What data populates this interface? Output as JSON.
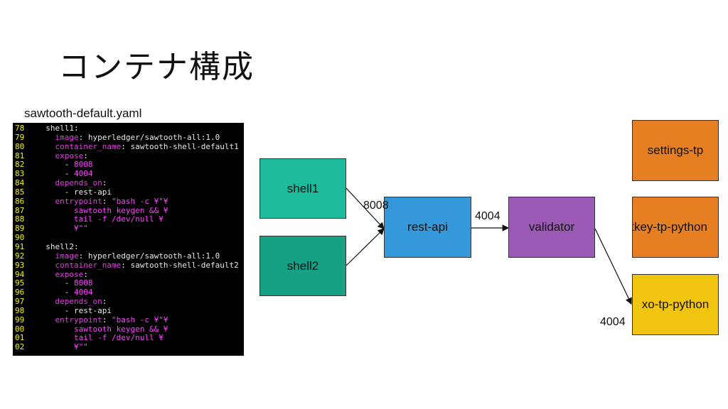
{
  "title": "コンテナ構成",
  "filename": "sawtooth-default.yaml",
  "code_lines": [
    {
      "n": "78",
      "parts": [
        [
          "w",
          "  shell1:"
        ]
      ]
    },
    {
      "n": "79",
      "parts": [
        [
          "k",
          "    image"
        ],
        [
          "w",
          ": hyperledger/sawtooth-all:1.0"
        ]
      ]
    },
    {
      "n": "80",
      "parts": [
        [
          "k",
          "    container_name"
        ],
        [
          "w",
          ": sawtooth-shell-default1"
        ]
      ]
    },
    {
      "n": "81",
      "parts": [
        [
          "k",
          "    expose"
        ],
        [
          "w",
          ":"
        ]
      ]
    },
    {
      "n": "82",
      "parts": [
        [
          "w",
          "      - "
        ],
        [
          "p",
          "8008"
        ]
      ]
    },
    {
      "n": "83",
      "parts": [
        [
          "w",
          "      - "
        ],
        [
          "p",
          "4004"
        ]
      ]
    },
    {
      "n": "84",
      "parts": [
        [
          "k",
          "    depends_on"
        ],
        [
          "w",
          ":"
        ]
      ]
    },
    {
      "n": "85",
      "parts": [
        [
          "w",
          "      - rest-api"
        ]
      ]
    },
    {
      "n": "86",
      "parts": [
        [
          "k",
          "    entrypoint"
        ],
        [
          "w",
          ": "
        ],
        [
          "p",
          "\"bash -c ¥\"¥"
        ]
      ]
    },
    {
      "n": "87",
      "parts": [
        [
          "p",
          "        sawtooth keygen && ¥"
        ]
      ]
    },
    {
      "n": "88",
      "parts": [
        [
          "p",
          "        tail -f /dev/null ¥"
        ]
      ]
    },
    {
      "n": "89",
      "parts": [
        [
          "p",
          "        ¥\"\""
        ]
      ]
    },
    {
      "n": "90",
      "parts": [
        [
          "w",
          ""
        ]
      ]
    },
    {
      "n": "91",
      "parts": [
        [
          "w",
          "  shell2:"
        ]
      ]
    },
    {
      "n": "92",
      "parts": [
        [
          "k",
          "    image"
        ],
        [
          "w",
          ": hyperledger/sawtooth-all:1.0"
        ]
      ]
    },
    {
      "n": "93",
      "parts": [
        [
          "k",
          "    container_name"
        ],
        [
          "w",
          ": sawtooth-shell-default2"
        ]
      ]
    },
    {
      "n": "94",
      "parts": [
        [
          "k",
          "    expose"
        ],
        [
          "w",
          ":"
        ]
      ]
    },
    {
      "n": "95",
      "parts": [
        [
          "w",
          "      - "
        ],
        [
          "p",
          "8008"
        ]
      ]
    },
    {
      "n": "96",
      "parts": [
        [
          "w",
          "      - "
        ],
        [
          "p",
          "4004"
        ]
      ]
    },
    {
      "n": "97",
      "parts": [
        [
          "k",
          "    depends_on"
        ],
        [
          "w",
          ":"
        ]
      ]
    },
    {
      "n": "98",
      "parts": [
        [
          "w",
          "      - rest-api"
        ]
      ]
    },
    {
      "n": "99",
      "parts": [
        [
          "k",
          "    entrypoint"
        ],
        [
          "w",
          ": "
        ],
        [
          "p",
          "\"bash -c ¥\"¥"
        ]
      ]
    },
    {
      "n": "00",
      "parts": [
        [
          "p",
          "        sawtooth keygen && ¥"
        ]
      ]
    },
    {
      "n": "01",
      "parts": [
        [
          "p",
          "        tail -f /dev/null ¥"
        ]
      ]
    },
    {
      "n": "02",
      "parts": [
        [
          "p",
          "        ¥\"\""
        ]
      ]
    }
  ],
  "nodes": {
    "shell1": {
      "label": "shell1",
      "color": "#1abc9c"
    },
    "shell2": {
      "label": "shell2",
      "color": "#16a085"
    },
    "rest_api": {
      "label": "rest-api",
      "color": "#3498db"
    },
    "validator": {
      "label": "validator",
      "color": "#9b59b6"
    },
    "settings_tp": {
      "label": "settings-tp",
      "color": "#e67e22"
    },
    "intkey_tp": {
      "label": "intkey-tp-python",
      "color": "#e67e22"
    },
    "xo_tp": {
      "label": "xo-tp-python",
      "color": "#f1c40f"
    }
  },
  "ports": {
    "rest_api_port": "8008",
    "validator_port": "4004",
    "xo_port": "4004"
  }
}
